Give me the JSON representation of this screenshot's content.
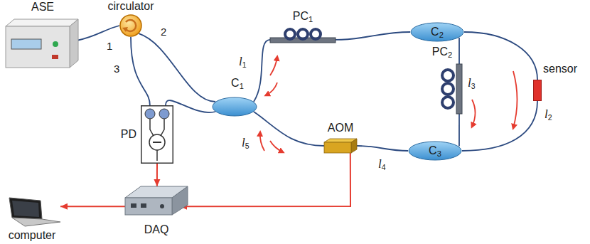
{
  "diagram": {
    "nodes": [
      {
        "text": [
          "ASE"
        ]
      },
      {
        "text": [
          "circulator"
        ]
      },
      {
        "text": [
          "PC1"
        ]
      },
      {
        "text": [
          "C2"
        ]
      },
      {
        "text": [
          "PC2"
        ]
      },
      {
        "text": [
          "sensor"
        ]
      },
      {
        "text": [
          "C1"
        ]
      },
      {
        "text": [
          "PD"
        ]
      },
      {
        "text": [
          "AOM"
        ]
      },
      {
        "text": [
          "C3"
        ]
      },
      {
        "text": [
          "DAQ"
        ]
      },
      {
        "text": [
          "computer"
        ]
      }
    ],
    "edges": [
      {
        "from": 0,
        "to": 1,
        "arrow": "none"
      },
      {
        "from": 1,
        "to": 6,
        "arrow": "none"
      },
      {
        "from": 1,
        "to": 7,
        "arrow": "none"
      },
      {
        "from": 6,
        "to": 7,
        "arrow": "none"
      },
      {
        "from": 6,
        "to": 2,
        "arrow": "none"
      },
      {
        "from": 2,
        "to": 3,
        "arrow": "none"
      },
      {
        "from": 3,
        "to": 4,
        "arrow": "none"
      },
      {
        "from": 4,
        "to": 9,
        "arrow": "none"
      },
      {
        "from": 3,
        "to": 5,
        "arrow": "none"
      },
      {
        "from": 5,
        "to": 9,
        "arrow": "none"
      },
      {
        "from": 9,
        "to": 8,
        "arrow": "none"
      },
      {
        "from": 8,
        "to": 6,
        "arrow": "none"
      },
      {
        "from": 7,
        "to": 10,
        "arrow": "to"
      },
      {
        "from": 8,
        "to": 10,
        "arrow": "to"
      },
      {
        "from": 10,
        "to": 11,
        "arrow": "to"
      }
    ],
    "labels": [
      "1",
      "2",
      "3",
      "l1",
      "l2",
      "l3",
      "l4",
      "l5"
    ]
  }
}
